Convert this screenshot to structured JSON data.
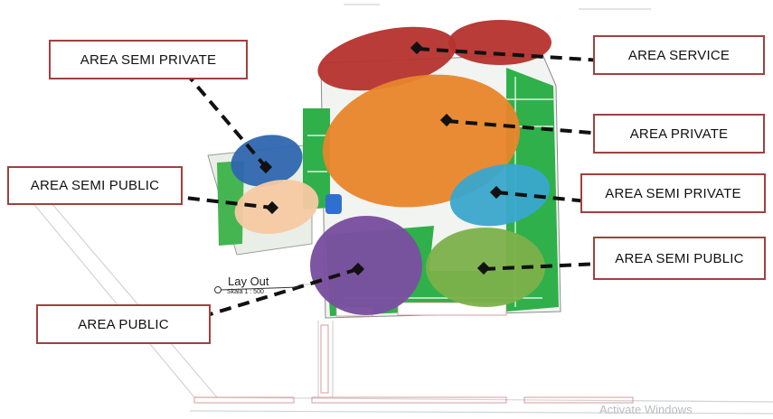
{
  "labels": {
    "semi_private_left": "AREA SEMI PRIVATE",
    "semi_public_left": "AREA SEMI PUBLIC",
    "public": "AREA PUBLIC",
    "service": "AREA SERVICE",
    "private": "AREA PRIVATE",
    "semi_private_right": "AREA SEMI PRIVATE",
    "semi_public_right": "AREA SEMI PUBLIC"
  },
  "layout_caption": {
    "title": "Lay Out",
    "scale": "Skala 1 : 500"
  },
  "watermark": "Activate Windows",
  "colors": {
    "service": "#b5312d",
    "private": "#e8852a",
    "semi_private_left": "#2f66b0",
    "semi_public_left": "#f7c9a3",
    "semi_private_right": "#3aa7cc",
    "public": "#7a4fa0",
    "semi_public_right": "#7cb04a",
    "site_green": "#2fb04a",
    "label_border": "#a0413f"
  }
}
